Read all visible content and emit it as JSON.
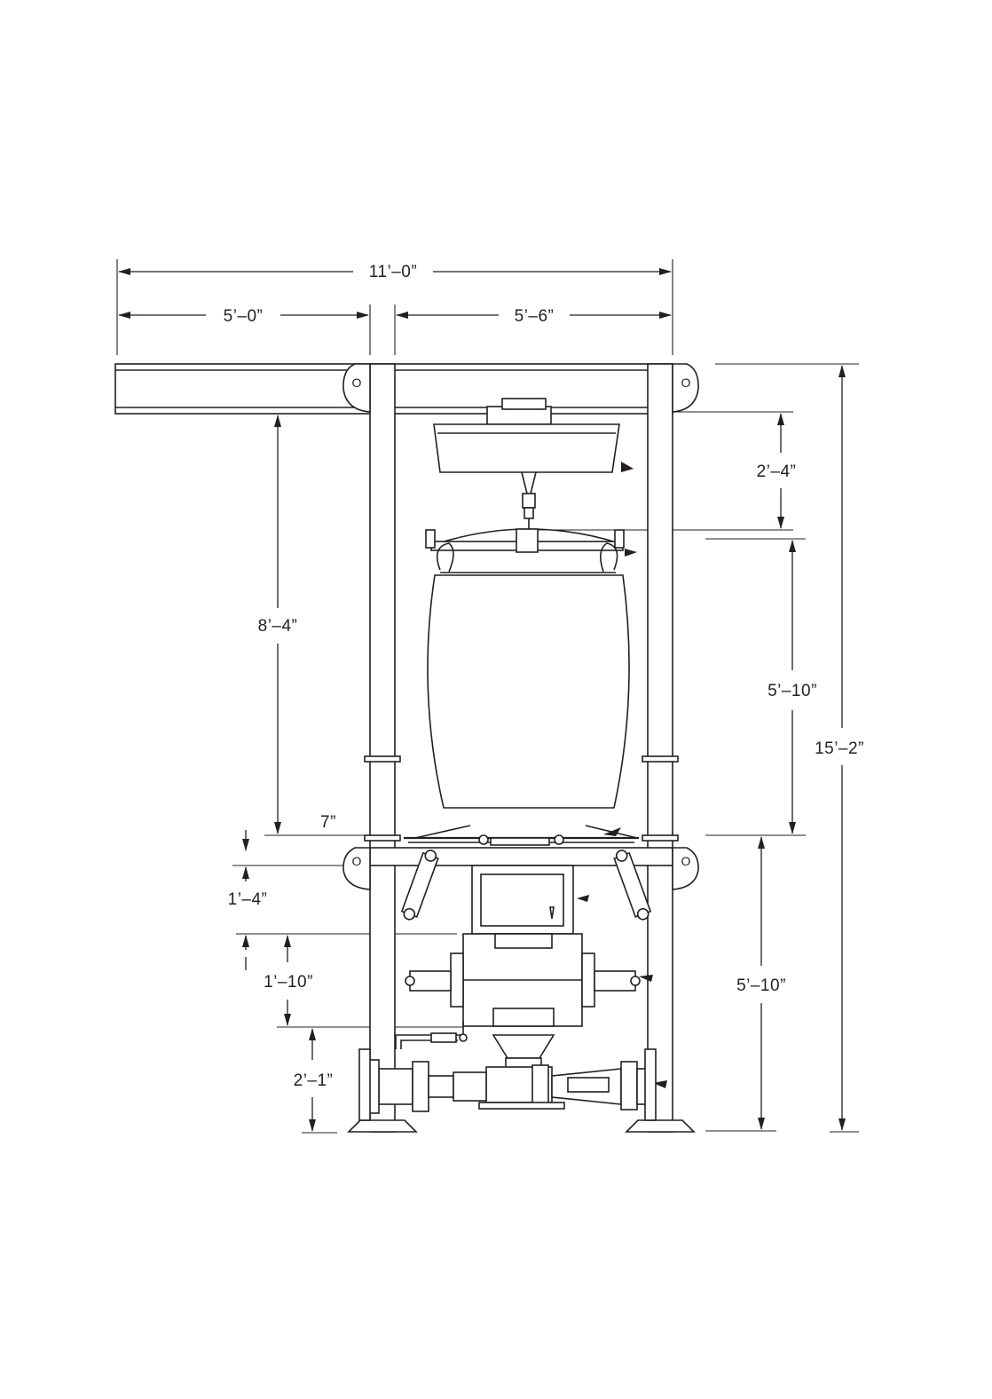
{
  "dimensions": {
    "overall_width": "11’–0”",
    "left_width": "5’–0”",
    "right_width": "5’–6”",
    "beam_to_bag_frame": "2’–4”",
    "beam_to_platform": "8’–4”",
    "bag_height": "5’–10”",
    "overall_height": "15’–2”",
    "platform_offset": "7”",
    "platform_to_valve": "1’–4”",
    "valve_height": "1’–10”",
    "valve_to_floor": "2’–1”",
    "platform_to_floor": "5’–10”"
  },
  "frame_labels": {
    "lift_ring_left_top": "O",
    "lift_ring_right_top": "O",
    "lift_ring_left_bottom": "O",
    "lift_ring_right_bottom": "O"
  }
}
